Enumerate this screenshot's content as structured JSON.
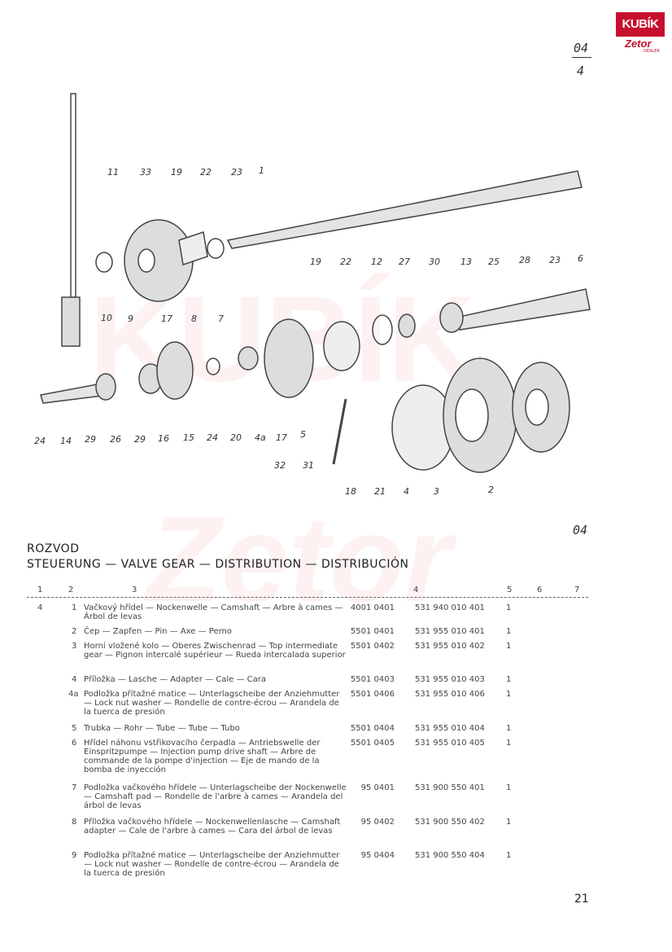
{
  "logo": {
    "brand": "KUBÍK",
    "sub": "Zetor",
    "tag": "DEALER"
  },
  "page_code": {
    "top_num": "04",
    "top_den": "4",
    "mid": "04",
    "page_number": "21"
  },
  "diagram_callouts": [
    "11",
    "33",
    "19",
    "22",
    "23",
    "1",
    "10",
    "9",
    "17",
    "8",
    "7",
    "19",
    "22",
    "12",
    "27",
    "30",
    "13",
    "25",
    "28",
    "23",
    "6",
    "24",
    "14",
    "29",
    "26",
    "29",
    "16",
    "15",
    "24",
    "20",
    "4a",
    "17",
    "5",
    "32",
    "31",
    "18",
    "21",
    "4",
    "3",
    "2"
  ],
  "section": {
    "title_cz": "ROZVOD",
    "title_multi": "STEUERUNG — VALVE GEAR — DISTRIBUTION — DISTRIBUCIÓN"
  },
  "table": {
    "headers": [
      "1",
      "2",
      "3",
      "4",
      "5",
      "6",
      "7"
    ],
    "group": "4",
    "rows": [
      {
        "pos": "1",
        "desc": "Vačkový hřídel — Nockenwelle — Camshaft — Arbre à cames — Árbol de levas",
        "code": "4001 0401",
        "part": "531 940 010 401",
        "qty": "1"
      },
      {
        "pos": "2",
        "desc": "Čep — Zapfen — Pin — Axe — Perno",
        "code": "5501 0401",
        "part": "531 955 010 401",
        "qty": "1"
      },
      {
        "pos": "3",
        "desc": "Horní vložené kolo — Oberes Zwischenrad — Top intermediate gear — Pignon intercalé supérieur — Rueda intercalada superior",
        "code": "5501 0402",
        "part": "531 955 010 402",
        "qty": "1"
      },
      {
        "pos": "4",
        "desc": "Příložka — Lasche — Adapter — Cale — Cara",
        "code": "5501 0403",
        "part": "531 955 010 403",
        "qty": "1"
      },
      {
        "pos": "4a",
        "desc": "Podložka přítažné matice — Unterlagscheibe der Anziehmutter — Lock nut washer — Rondelle de contre-écrou — Arandela de la tuerca de presión",
        "code": "5501 0406",
        "part": "531 955 010 406",
        "qty": "1"
      },
      {
        "pos": "5",
        "desc": "Trubka — Rohr — Tube — Tube — Tubo",
        "code": "5501 0404",
        "part": "531 955 010 404",
        "qty": "1"
      },
      {
        "pos": "6",
        "desc": "Hřídel náhonu vstřikovacího čerpadla — Antriebswelle der Einspritzpumpe — Injection pump drive shaft — Arbre de commande de la pompe d'injection — Eje de mando de la bomba de inyección",
        "code": "5501 0405",
        "part": "531 955 010 405",
        "qty": "1"
      },
      {
        "pos": "7",
        "desc": "Podložka vačkového hřídele — Unterlagscheibe der Nockenwelle — Camshaft pad — Rondelle de l'arbre à cames — Arandela del árbol de levas",
        "code": "95 0401",
        "part": "531 900 550 401",
        "qty": "1"
      },
      {
        "pos": "8",
        "desc": "Příložka vačkového hřídele — Nockenwellenlasche — Camshaft adapter — Cale de l'arbre à cames — Cara del árbol de levas",
        "code": "95 0402",
        "part": "531 900 550 402",
        "qty": "1"
      },
      {
        "pos": "9",
        "desc": "Podložka přítažné matice — Unterlagscheibe der Anziehmutter — Lock nut washer — Rondelle de contre-écrou — Arandela de la tuerca de presión",
        "code": "95 0404",
        "part": "531 900 550 404",
        "qty": "1"
      }
    ]
  }
}
